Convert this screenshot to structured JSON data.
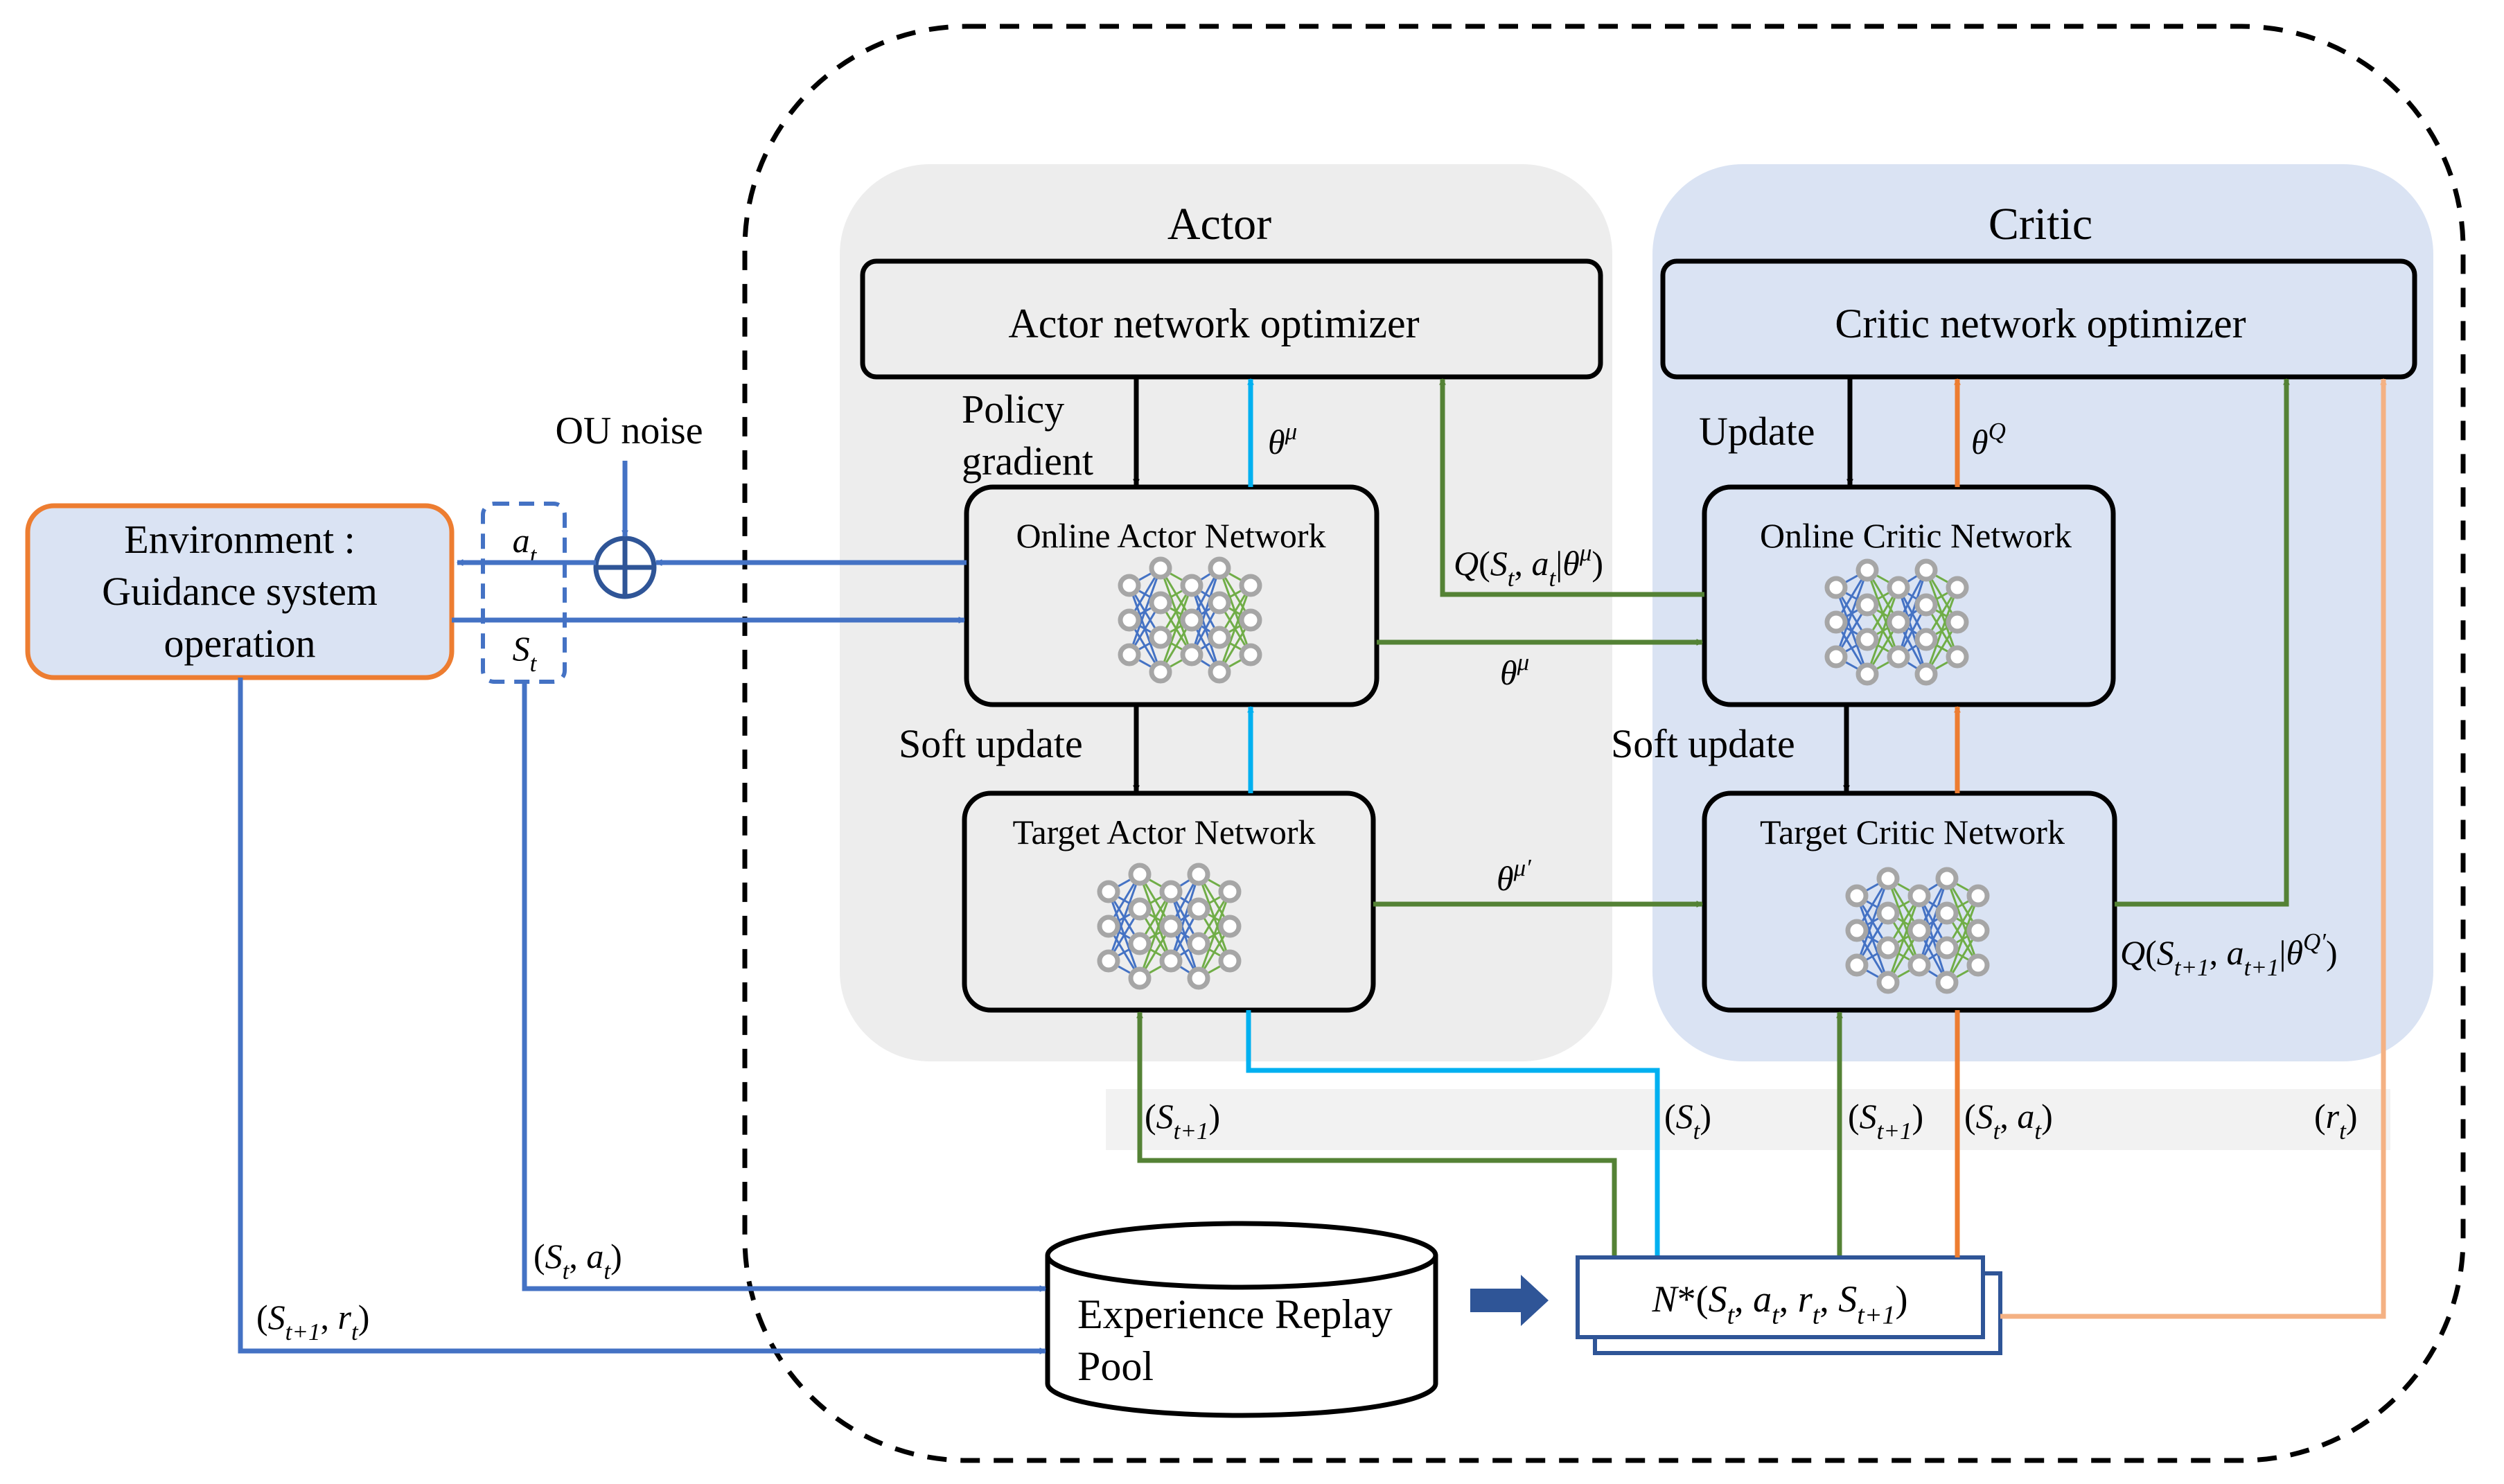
{
  "actor": {
    "title": "Actor",
    "optimizer": "Actor network optimizer",
    "policy_gradient_line1": "Policy",
    "policy_gradient_line2": "gradient",
    "online_network": "Online Actor Network",
    "target_network": "Target Actor Network",
    "soft_update": "Soft update",
    "theta_mu_up": "θ^μ",
    "theta_mu_to_critic": "θ^μ",
    "theta_mu_prime": "θ^μ′"
  },
  "critic": {
    "title": "Critic",
    "optimizer": "Critic network optimizer",
    "update": "Update",
    "online_network": "Online Critic Network",
    "target_network": "Target Critic Network",
    "soft_update": "Soft update",
    "theta_q": "θ^Q",
    "q_online": "Q(S_t, a_t|θ^μ)",
    "q_target": "Q(S_{t+1}, a_{t+1}|θ^{Q′})"
  },
  "environment": {
    "line1": "Environment :",
    "line2": "Guidance system",
    "line3": "operation"
  },
  "ou_noise": "OU noise",
  "action_label": "a_t",
  "state_label": "S_t",
  "replay_pool": {
    "line1": "Experience Replay",
    "line2": "Pool"
  },
  "minibatch": "N*(S_t, a_t, r_t, S_{t+1})",
  "flows": {
    "st_at_to_pool": "(S_t, a_t)",
    "st1_rt_to_pool": "(S_{t+1}, r_t)",
    "st1_to_target_actor": "(S_{t+1})",
    "st_to_online_actor": "(S_t)",
    "st1_to_target_critic": "(S_{t+1})",
    "st_at_to_online_critic": "(S_t, a_t)",
    "rt_to_critic_optimizer": "(r_t)"
  },
  "colors": {
    "blue_line": "#4472C4",
    "cyan_line": "#00B0F0",
    "green_line": "#548235",
    "orange_line": "#ED7D31",
    "light_orange_line": "#F4B183",
    "actor_panel": "#EDEDED",
    "critic_panel": "#DAE3F3",
    "box_fill": "#DAE3F3",
    "env_border": "#ED7D31",
    "node_gray": "#A6A6A6"
  }
}
